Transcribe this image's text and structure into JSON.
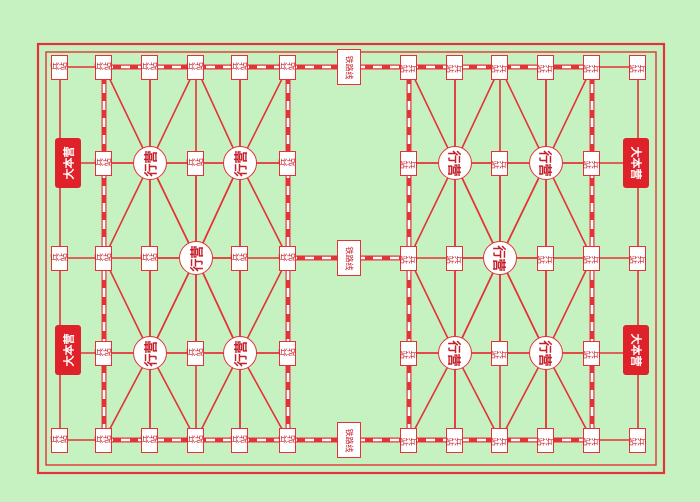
{
  "game": {
    "post_label": "兵站",
    "camp_label": "行营",
    "headquarters_label": "大本营",
    "railway_label": "铁路线"
  },
  "colors": {
    "background": "#c6f2c1",
    "line": "#e53238",
    "headquarters_fill": "#df2229",
    "text": "#c41e28"
  }
}
